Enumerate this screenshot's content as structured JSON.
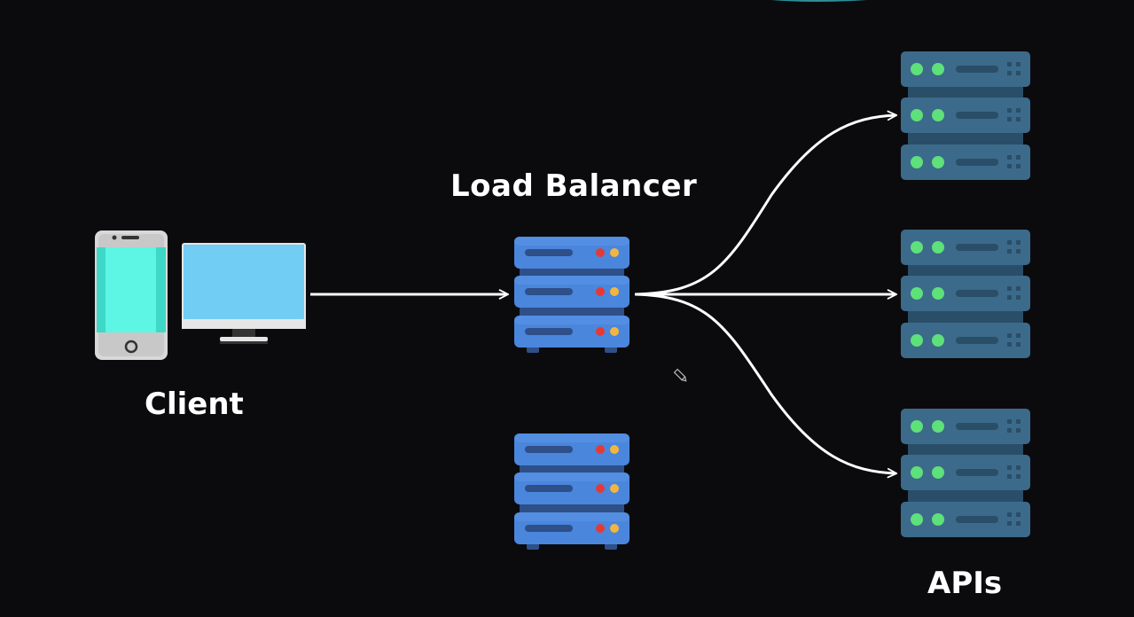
{
  "labels": {
    "load_balancer": "Load Balancer",
    "client": "Client",
    "apis": "APIs"
  },
  "colors": {
    "background": "#0b0b0e",
    "lb_server": "#4a86dc",
    "lb_server_slot": "#2e4f88",
    "lb_led_red": "#e53935",
    "lb_led_yellow": "#f2b640",
    "api_server": "#3c6a8a",
    "api_server_slot": "#2a4e68",
    "api_led_green": "#5ee07a",
    "phone_screen": "#5df5e4",
    "monitor_screen": "#72cdf4",
    "arrow": "#ffffff"
  },
  "icons": {
    "client_phone": "smartphone-icon",
    "client_monitor": "desktop-monitor-icon",
    "load_balancer": "server-rack-icon",
    "api_server": "server-rack-icon",
    "cursor": "pencil-cursor-icon"
  }
}
